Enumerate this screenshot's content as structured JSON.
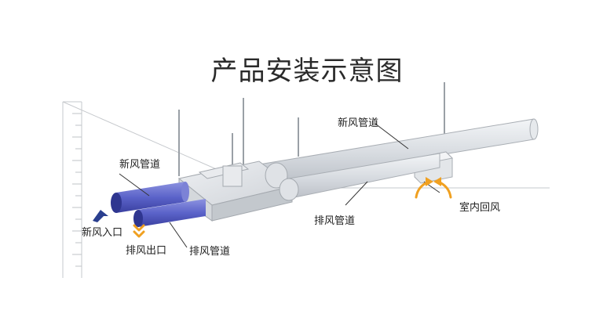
{
  "title": "产品安装示意图",
  "labels": {
    "fresh_duct_top": "新风管道",
    "fresh_duct_left": "新风管道",
    "exhaust_duct_center": "排风管道",
    "exhaust_duct_bottom": "排风管道",
    "fresh_inlet": "新风入口",
    "exhaust_outlet": "排风出口",
    "indoor_return": "室内回风"
  },
  "colors": {
    "fresh_pipe": "#5b63c9",
    "exhaust_pipe": "#5b63c9",
    "duct_gray": "#d9dde2",
    "fresh_arrow": "#2a3f8f",
    "exhaust_arrow": "#f0a020",
    "return_arrow": "#f0a020"
  }
}
